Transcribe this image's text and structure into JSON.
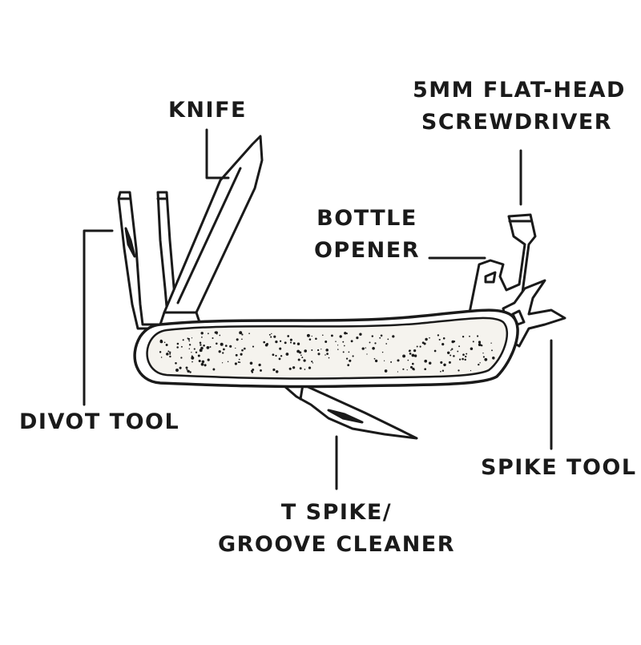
{
  "colors": {
    "ink": "#1a1a1a",
    "handle_fill": "#f5f3ee",
    "background": "#ffffff"
  },
  "labels": {
    "knife": "KNIFE",
    "screwdriver_line1": "5MM FLAT-HEAD",
    "screwdriver_line2": "SCREWDRIVER",
    "bottle_opener_line1": "BOTTLE",
    "bottle_opener_line2": "OPENER",
    "divot_tool": "DIVOT TOOL",
    "spike_tool": "SPIKE TOOL",
    "t_spike_line1": "T SPIKE/",
    "t_spike_line2": "GROOVE CLEANER"
  }
}
